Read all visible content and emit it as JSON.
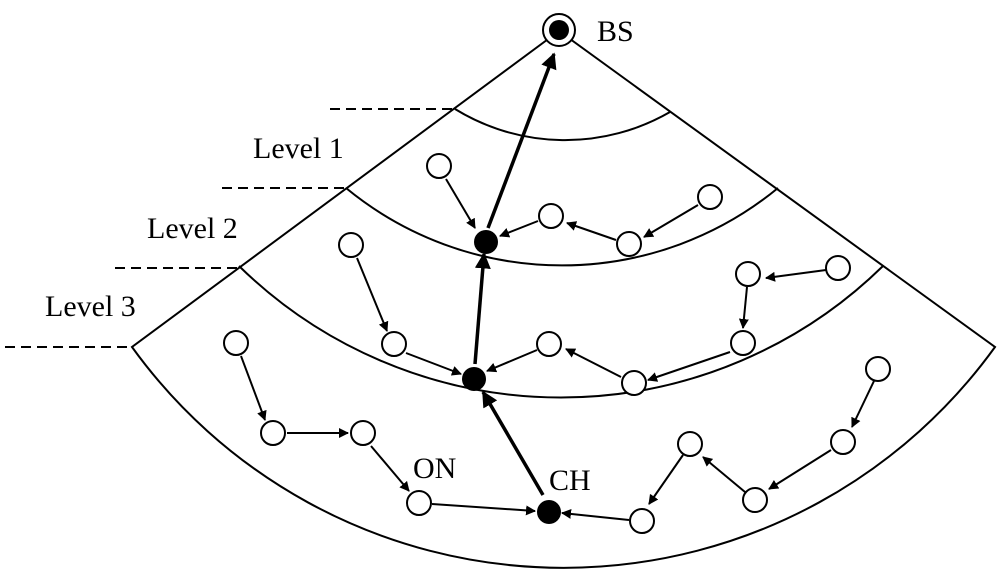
{
  "labels": {
    "bs": "BS",
    "level1": "Level 1",
    "level2": "Level 2",
    "level3": "Level 3",
    "on": "ON",
    "ch": "CH"
  },
  "colors": {
    "stroke": "#000000",
    "background": "#ffffff",
    "cluster_head_fill": "#000000",
    "ordinary_node_fill": "#ffffff"
  }
}
